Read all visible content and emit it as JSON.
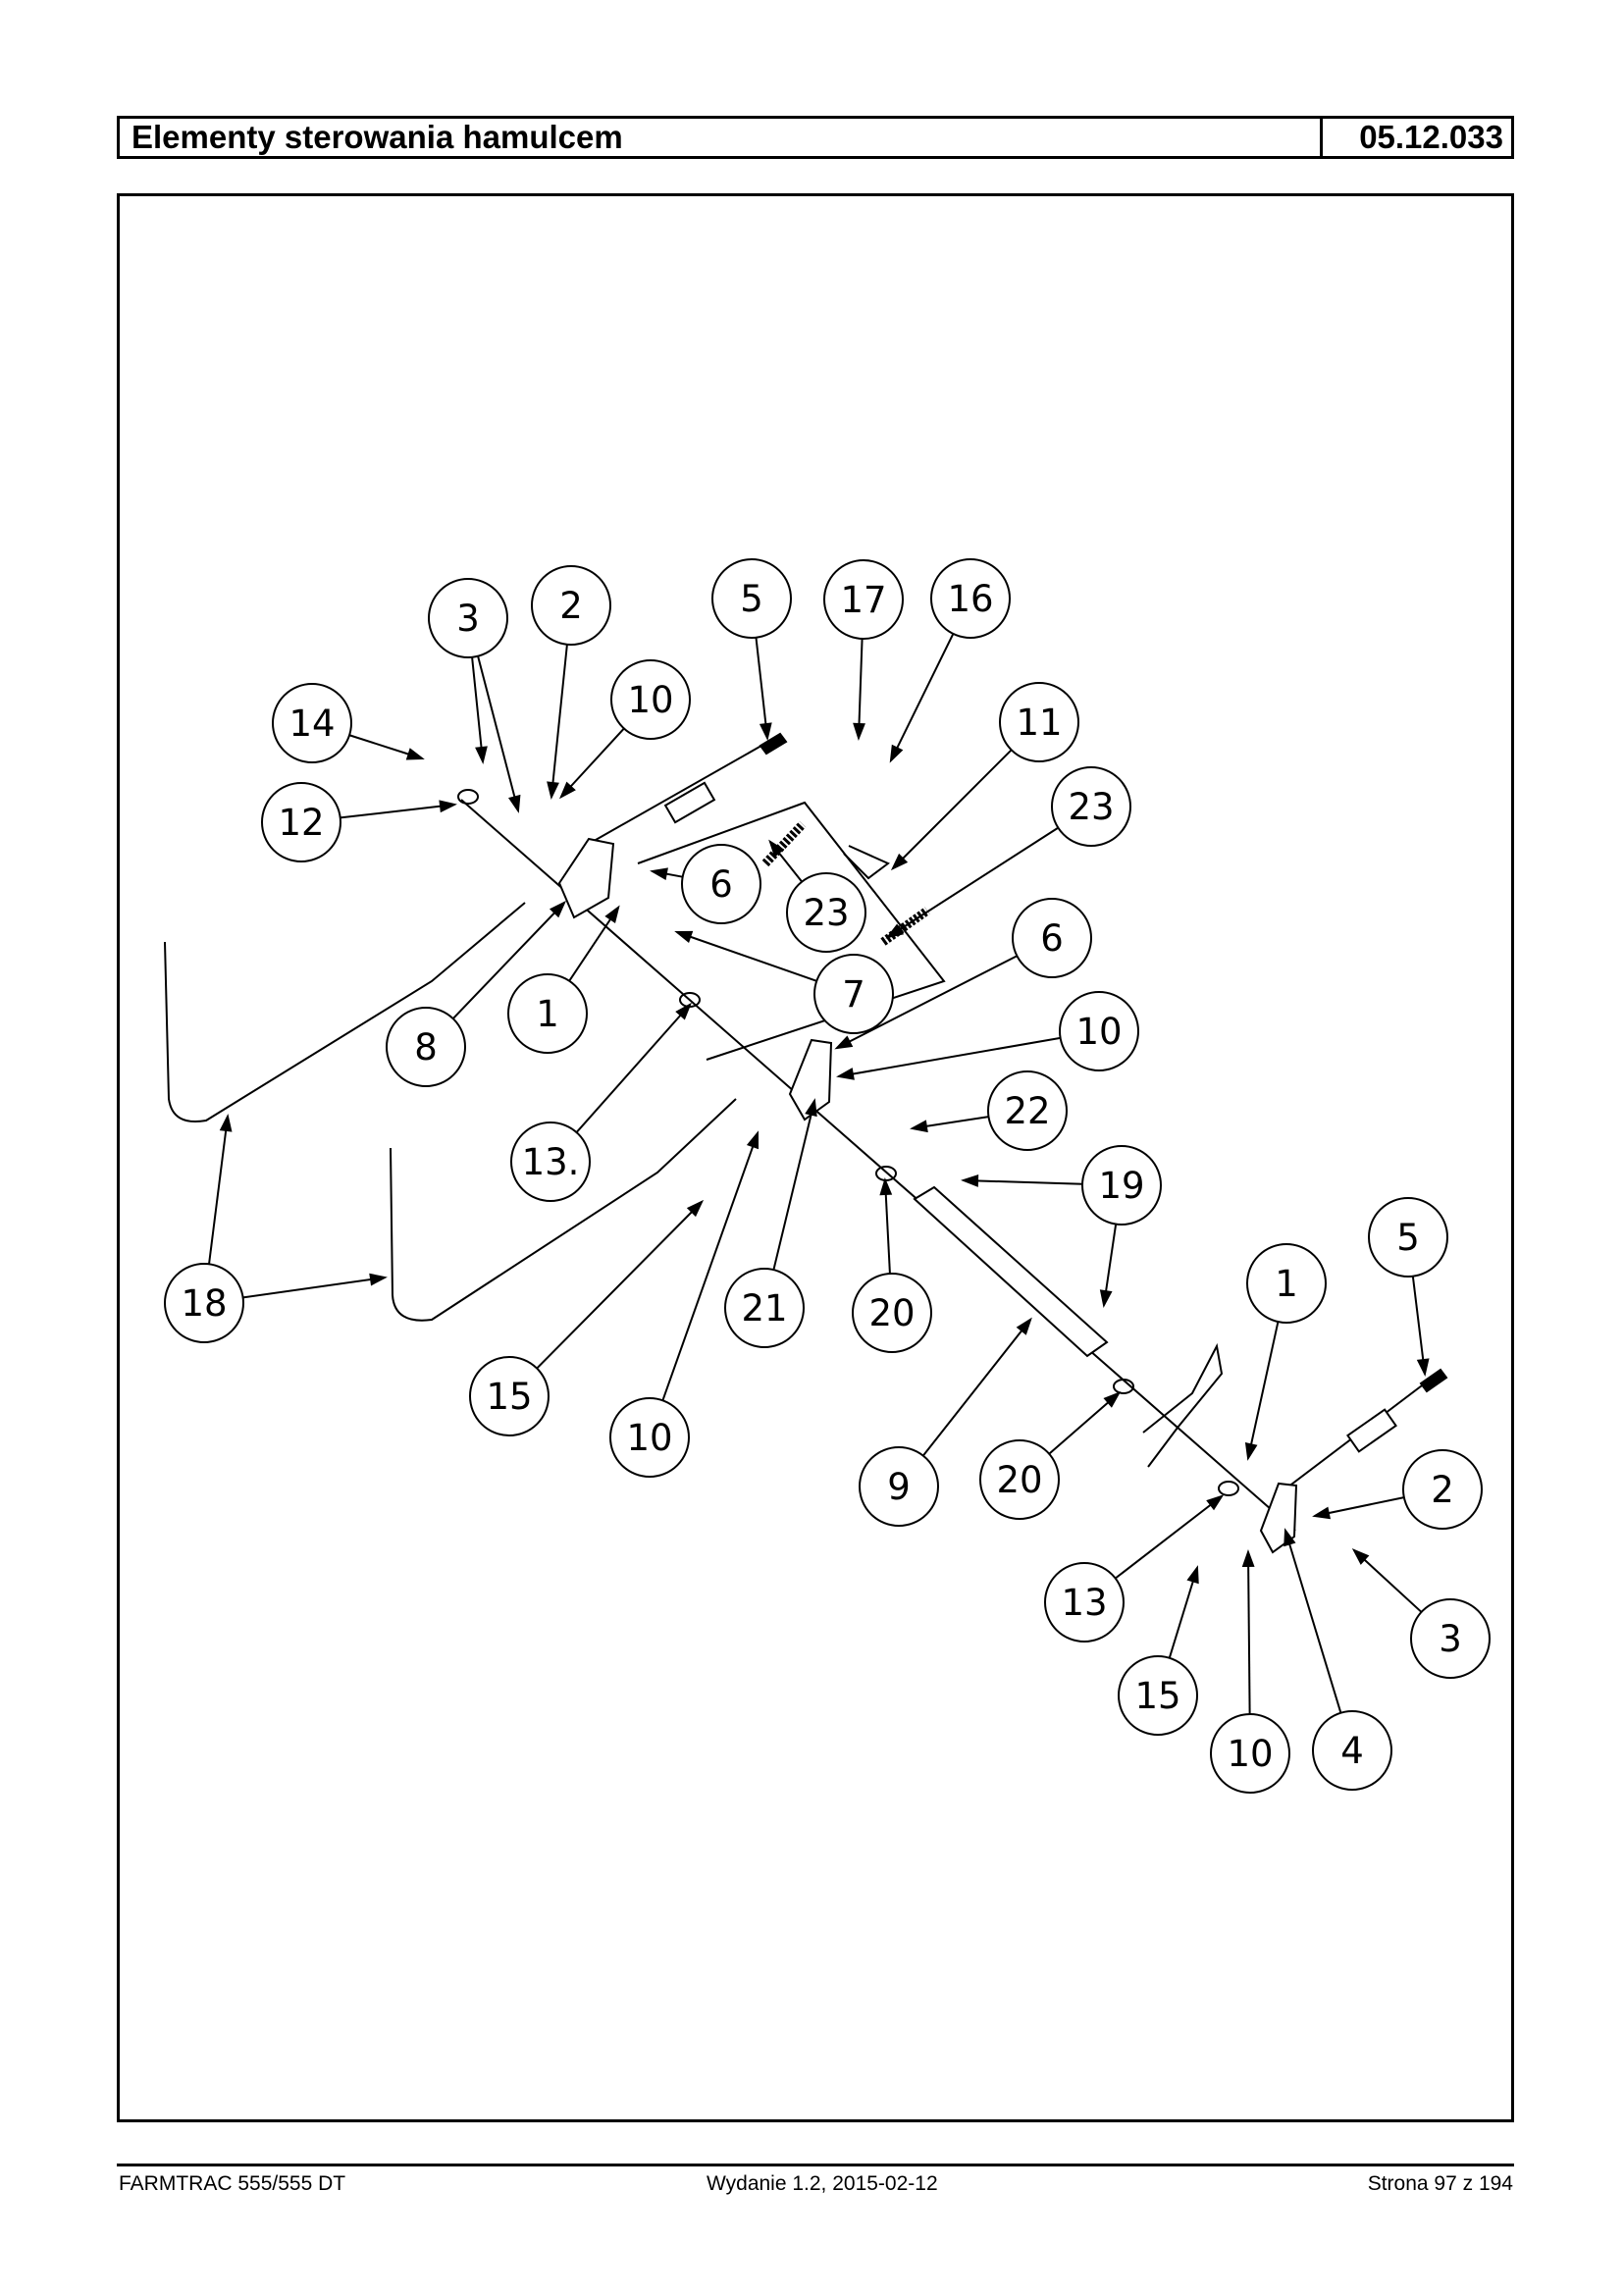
{
  "header": {
    "title": "Elementy sterowania hamulcem",
    "code": "05.12.033"
  },
  "footer": {
    "model": "FARMTRAC 555/555 DT",
    "edition": "Wydanie 1.2,  2015-02-12",
    "page": "Strona 97 z 194"
  },
  "callouts": [
    "3",
    "2",
    "5",
    "17",
    "16",
    "14",
    "10",
    "11",
    "12",
    "23",
    "6",
    "23",
    "7",
    "6",
    "1",
    "8",
    "10",
    "13.",
    "22",
    "19",
    "5",
    "1",
    "18",
    "21",
    "20",
    "15",
    "10",
    "20",
    "9",
    "2",
    "13",
    "3",
    "15",
    "10",
    "4"
  ]
}
